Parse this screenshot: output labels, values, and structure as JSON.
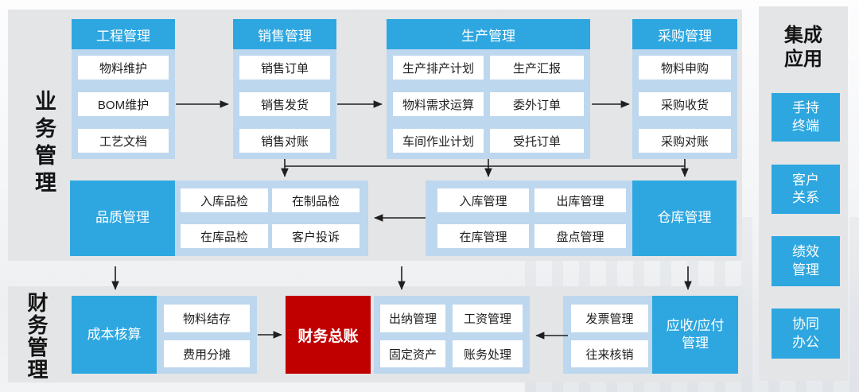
{
  "colors": {
    "module_blue": "#2EA7E0",
    "container_light_blue": "#BDD7EE",
    "ledger_red": "#C00000",
    "panel_gray": "#E4E5E7",
    "arrow_black": "#1F1F1F"
  },
  "side_labels": {
    "business": "业务管理",
    "finance": "财务管理"
  },
  "top_columns": [
    {
      "header": "工程管理",
      "items": [
        "物料维护",
        "BOM维护",
        "工艺文档"
      ]
    },
    {
      "header": "销售管理",
      "items": [
        "销售订单",
        "销售发货",
        "销售对账"
      ]
    },
    {
      "header": "生产管理",
      "items_left": [
        "生产排产计划",
        "物料需求运算",
        "车间作业计划"
      ],
      "items_right": [
        "生产汇报",
        "委外订单",
        "受托订单"
      ]
    },
    {
      "header": "采购管理",
      "items": [
        "物料申购",
        "采购收货",
        "采购对账"
      ]
    }
  ],
  "middle_row": {
    "quality": {
      "title": "品质管理",
      "cells": [
        "入库品检",
        "在制品检",
        "在库品检",
        "客户投诉"
      ]
    },
    "warehouse": {
      "title": "仓库管理",
      "cells": [
        "入库管理",
        "出库管理",
        "在库管理",
        "盘点管理"
      ]
    }
  },
  "bottom_row": {
    "cost": {
      "title": "成本核算",
      "cells": [
        "物料结存",
        "费用分摊"
      ]
    },
    "ledger": {
      "title": "财务总账"
    },
    "ops_cells": [
      "出纳管理",
      "工资管理",
      "固定资产",
      "账务处理"
    ],
    "receivable": {
      "title": "应收/应付\n管理",
      "cells": [
        "发票管理",
        "往来核销"
      ]
    }
  },
  "integration": {
    "title": "集成\n应用",
    "items": [
      "手持\n终端",
      "客户\n关系",
      "绩效\n管理",
      "协同\n办公"
    ]
  }
}
